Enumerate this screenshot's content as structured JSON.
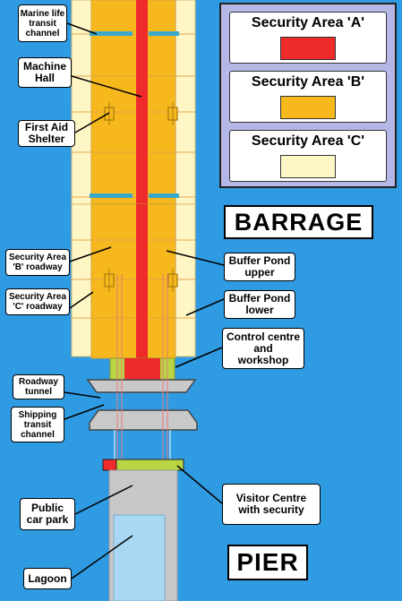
{
  "legend": {
    "a": {
      "title": "Security Area 'A'",
      "color": "#ee2a2a"
    },
    "b": {
      "title": "Security Area 'B'",
      "color": "#f6b81c"
    },
    "c": {
      "title": "Security Area 'C'",
      "color": "#fff6c6"
    }
  },
  "headings": {
    "barrage": "BARRAGE",
    "pier": "PIER"
  },
  "labels": {
    "marine_life": "Marine life\ntransit\nchannel",
    "machine_hall": "Machine\nHall",
    "first_aid": "First Aid\nShelter",
    "area_b_roadway": "Security Area\n'B' roadway",
    "area_c_roadway": "Security Area\n'C' roadway",
    "buffer_upper": "Buffer Pond\nupper",
    "buffer_lower": "Buffer Pond\nlower",
    "control_centre": "Control centre\nand\nworkshop",
    "roadway_tunnel": "Roadway\ntunnel",
    "shipping_channel": "Shipping\ntransit\nchannel",
    "visitor_centre": "Visitor Centre\nwith security",
    "public_car_park": "Public\ncar park",
    "lagoon": "Lagoon"
  }
}
